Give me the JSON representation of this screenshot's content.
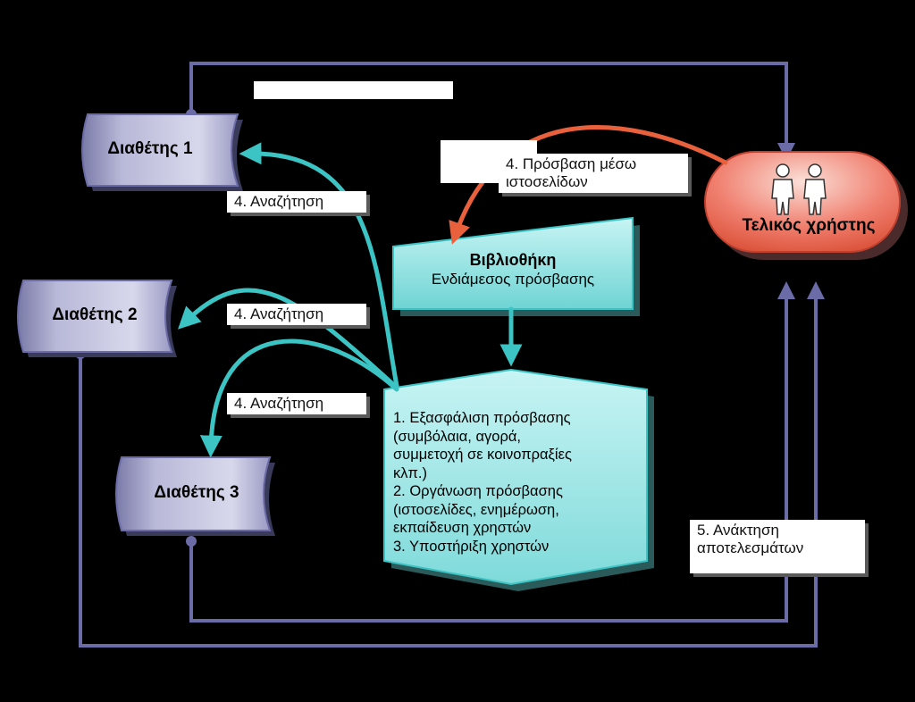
{
  "colors": {
    "background": "#000000",
    "line": "#6b6ba8",
    "teal_arrow": "#3cc4c4",
    "orange_arrow": "#e8603c",
    "provider_fill": "#b8b8d8",
    "library_fill": "#8fe0e0",
    "user_fill": "#f07060"
  },
  "providers": [
    {
      "label": "Διαθέτης 1"
    },
    {
      "label": "Διαθέτης 2"
    },
    {
      "label": "Διαθέτης 3"
    }
  ],
  "end_user": {
    "label": "Τελικός χρήστης",
    "icon": "two-users-icon"
  },
  "library": {
    "title": "Βιβλιοθήκη",
    "subtitle": "Ενδιάμεσος πρόσβασης"
  },
  "tasks": [
    "1. Εξασφάλιση πρόσβασης",
    "(συμβόλαια, αγορά,",
    "συμμετοχή σε κοινοπραξίες",
    "κλπ.)",
    "2. Οργάνωση πρόσβασης",
    "(ιστοσελίδες, ενημέρωση,",
    "εκπαίδευση χρηστών",
    "3. Υποστήριξη χρηστών"
  ],
  "labels": {
    "search_1": "4. Αναζήτηση",
    "search_2": "4. Αναζήτηση",
    "search_3": "4. Αναζήτηση",
    "web_access_line1": "4. Πρόσβαση μέσω",
    "web_access_line2": "ιστοσελίδων",
    "retrieval_line1": "5.  Ανάκτηση",
    "retrieval_line2": "αποτελεσμάτων"
  }
}
